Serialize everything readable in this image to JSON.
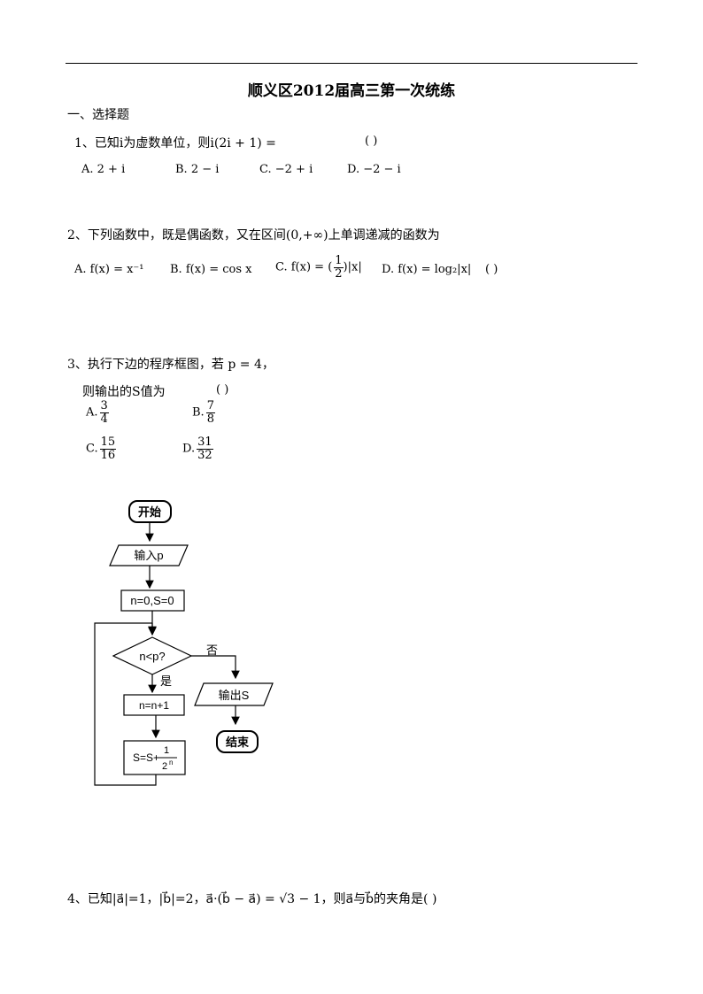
{
  "title": "顺义区2012届高三第一次统练",
  "section": "一、选择题",
  "q1": {
    "text": "1、已知i为虚数单位，则i(2i + 1) =",
    "paren": "(          )",
    "options": [
      "A.  2 + i",
      "B.  2 − i",
      "C.  −2 + i",
      "D.  −2 − i"
    ]
  },
  "q2": {
    "text": "2、下列函数中，既是偶函数，又在区间(0,+∞)上单调递减的函数为",
    "optA": "A. f(x) = x⁻¹",
    "optB": "B. f(x) = cos x",
    "optC_pre": "C. f(x) = (",
    "optC_num": "1",
    "optC_den": "2",
    "optC_post": ")|x|",
    "optD": "D. f(x) = log₂|x|",
    "paren": "(          )"
  },
  "q3": {
    "text": "3、执行下边的程序框图，若 p = 4，",
    "text2": "则输出的S值为",
    "paren": "(          )",
    "options": [
      {
        "label": "A.",
        "num": "3",
        "den": "4"
      },
      {
        "label": "B.",
        "num": "7",
        "den": "8"
      },
      {
        "label": "C.",
        "num": "15",
        "den": "16"
      },
      {
        "label": "D.",
        "num": "31",
        "den": "32"
      }
    ]
  },
  "flowchart": {
    "start": "开始",
    "input": "输入p",
    "init": "n=0,S=0",
    "cond": "n<p?",
    "no": "否",
    "yes": "是",
    "inc": "n=n+1",
    "sum_pre": "S=S+",
    "sum_num": "1",
    "sum_den": "2",
    "sum_exp": "n",
    "output": "输出S",
    "end": "结束"
  },
  "q4": {
    "text": "4、已知|a⃗|=1，|b⃗|=2，a⃗·(b⃗ − a⃗) = √3 − 1，则a⃗与b⃗的夹角是(          )"
  }
}
